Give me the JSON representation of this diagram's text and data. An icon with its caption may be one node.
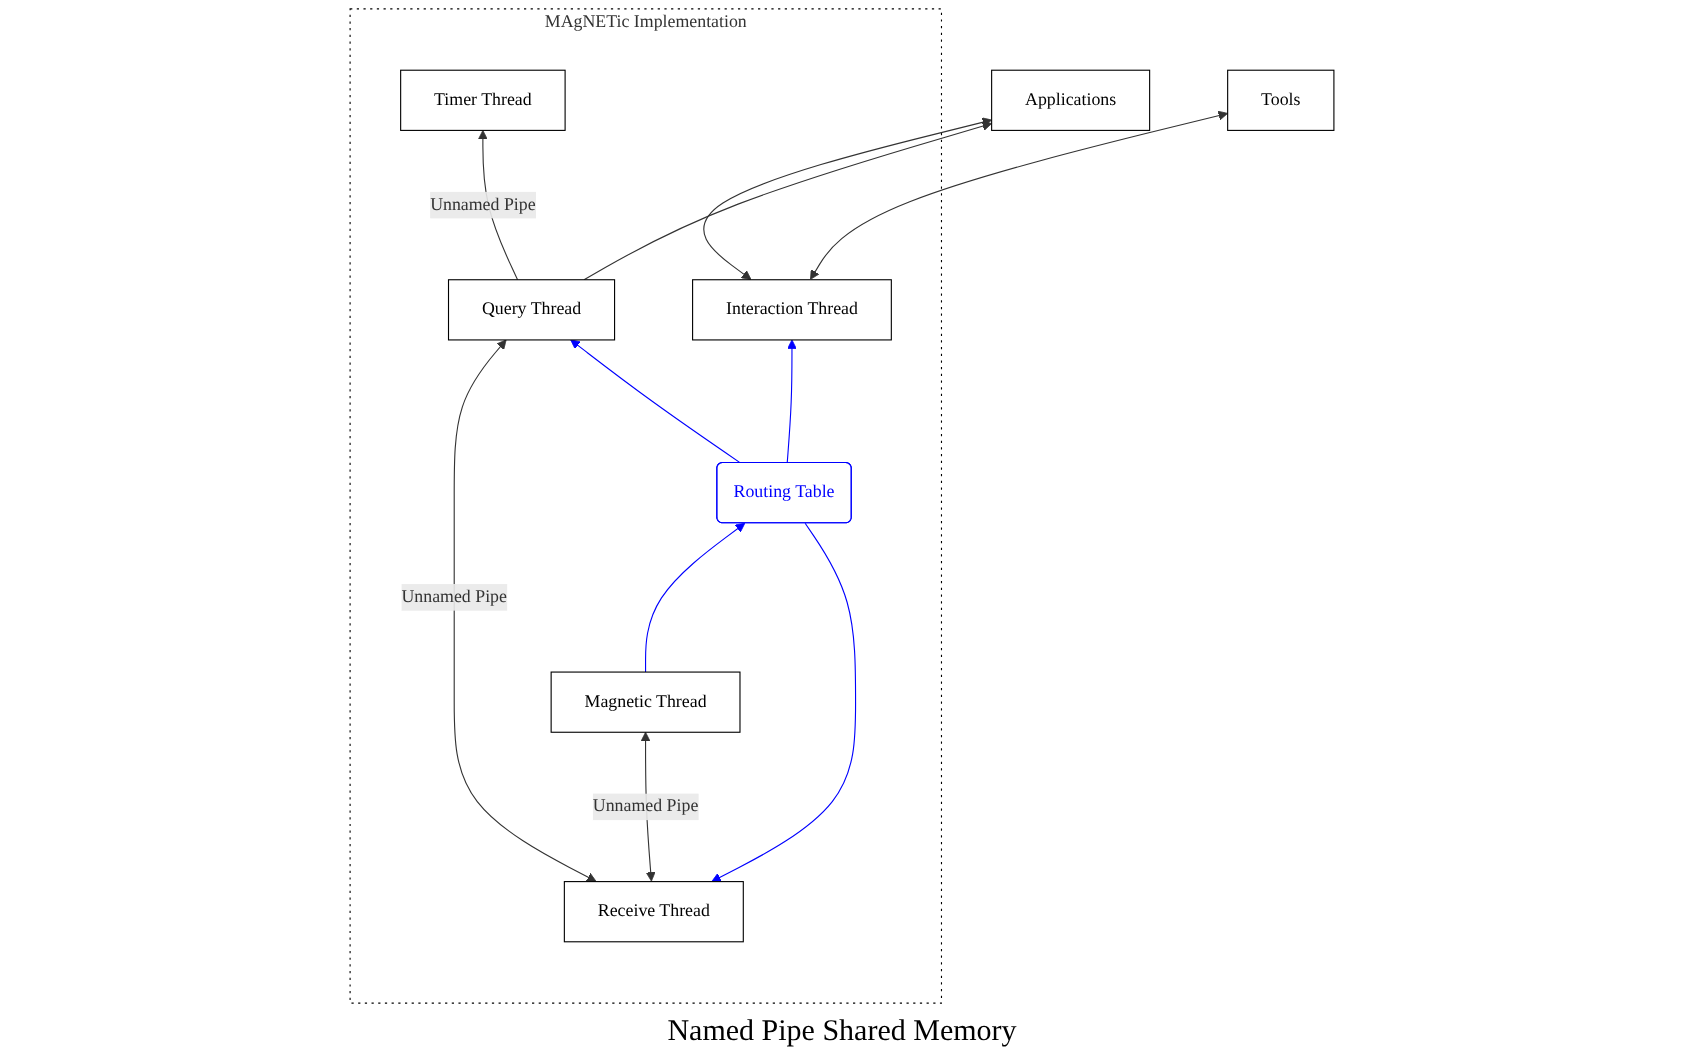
{
  "diagram": {
    "nodes": [
      {
        "text": [
          "MAgNETic Implementation"
        ]
      },
      {
        "text": [
          "Timer Thread"
        ],
        "in": 0
      },
      {
        "text": [
          "Receive Thread"
        ],
        "in": 0
      },
      {
        "text": [
          "Query Thread"
        ],
        "in": 0
      },
      {
        "text": [
          "Routing Table"
        ],
        "in": 0
      },
      {
        "text": [
          "Magnetic Thread"
        ],
        "in": 0
      },
      {
        "text": [
          "Interaction Thread"
        ],
        "in": 0
      },
      {
        "text": [
          "Tools"
        ]
      },
      {
        "text": [
          "Applications"
        ]
      }
    ],
    "edges": [
      {
        "from": 3,
        "to": 1,
        "arrow": "to",
        "label": "Unnamed Pipe"
      },
      {
        "from": 2,
        "to": 3,
        "arrow": "both",
        "label": "Unnamed Pipe"
      },
      {
        "from": 2,
        "to": 5,
        "arrow": "both",
        "label": "Unnamed Pipe"
      },
      {
        "from": 4,
        "to": 2,
        "arrow": "to",
        "color": "#0000ff"
      },
      {
        "from": 4,
        "to": 3,
        "arrow": "to",
        "color": "#0000ff"
      },
      {
        "from": 5,
        "to": 4,
        "arrow": "to",
        "color": "#0000ff"
      },
      {
        "from": 4,
        "to": 6,
        "arrow": "to",
        "color": "#0000ff"
      },
      {
        "from": 6,
        "to": 7,
        "arrow": "both"
      },
      {
        "from": 6,
        "to": 8,
        "arrow": "both"
      },
      {
        "from": 3,
        "to": 8,
        "arrow": "to"
      }
    ],
    "labels": [
      "Named Pipe Shared Memory"
    ]
  }
}
